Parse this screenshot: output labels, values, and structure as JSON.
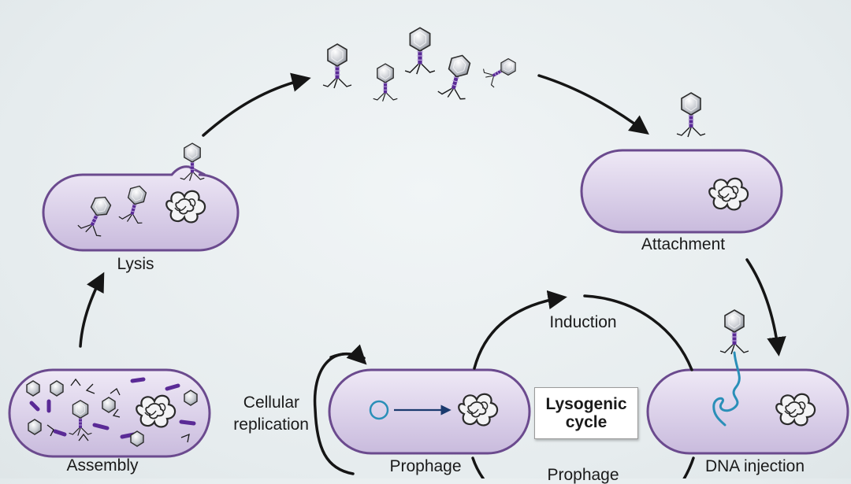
{
  "labels": {
    "lysis": "Lysis",
    "attachment": "Attachment",
    "assembly": "Assembly",
    "induction": "Induction",
    "cellular_line1": "Cellular",
    "cellular_line2": "replication",
    "prophage": "Prophage",
    "prophage_bottom": "Prophage",
    "lysogenic_line1": "Lysogenic",
    "lysogenic_line2": "cycle",
    "dna_injection": "DNA injection"
  },
  "colors": {
    "cell_fill": "#d9cfe8",
    "cell_stroke": "#6b4a8e",
    "phage_tail": "#5a2a96",
    "dna_injected": "#2a8fb8",
    "arrow": "#151515"
  }
}
